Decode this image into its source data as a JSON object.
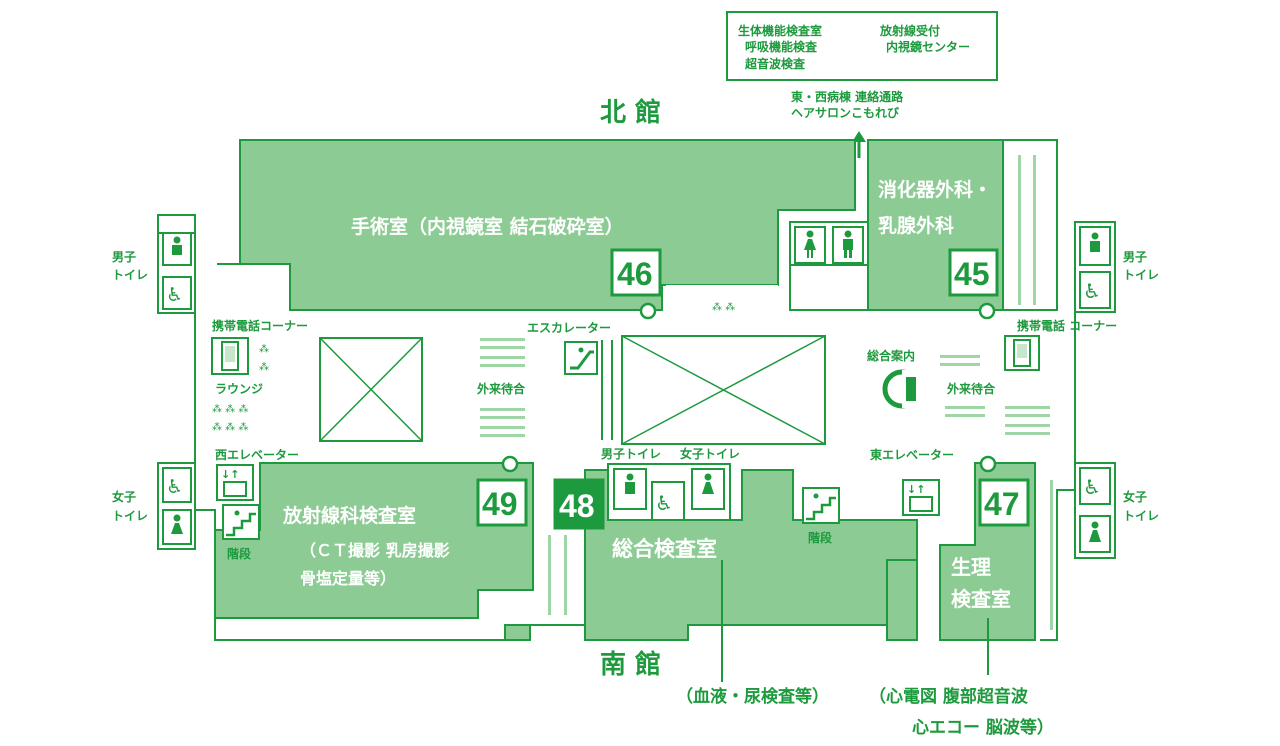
{
  "buildings": {
    "north": "北 館",
    "south": "南 館"
  },
  "top_box": {
    "col1": [
      "生体機能検査室",
      "呼吸機能検査",
      "超音波検査"
    ],
    "col2": [
      "放射線受付",
      "内視鏡センター"
    ]
  },
  "top_arrow": {
    "line1": "東・西病棟 連絡通路",
    "line2": "ヘアサロンこもれび"
  },
  "rooms": {
    "surgery": {
      "label": "手術室（内視鏡室 結石破砕室）",
      "number": "46"
    },
    "digestive": {
      "line1": "消化器外科・",
      "line2": "乳腺外科",
      "number": "45"
    },
    "radiology": {
      "line1": "放射線科検査室",
      "line2": "（ＣＴ撮影 乳房撮影",
      "line3": "骨塩定量等）",
      "number": "49"
    },
    "general_lab": {
      "label": "総合検査室",
      "number": "48"
    },
    "physiology": {
      "line1": "生理",
      "line2": "検査室",
      "number": "47"
    }
  },
  "labels": {
    "mens_toilet_left": {
      "line1": "男子",
      "line2": "トイレ"
    },
    "womens_toilet_left": {
      "line1": "女子",
      "line2": "トイレ"
    },
    "mens_toilet_right": {
      "line1": "男子",
      "line2": "トイレ"
    },
    "womens_toilet_right": {
      "line1": "女子",
      "line2": "トイレ"
    },
    "phone_corner_left": "携帯電話コーナー",
    "phone_corner_right": "携帯電話 コーナー",
    "lounge": "ラウンジ",
    "escalator": "エスカレーター",
    "waiting_left": "外来待合",
    "waiting_right": "外来待合",
    "info_desk": "総合案内",
    "west_elevator": "西エレベーター",
    "east_elevator": "東エレベーター",
    "stairs_left": "階段",
    "stairs_right": "階段",
    "center_mens": "男子トイレ",
    "center_womens": "女子トイレ"
  },
  "bottom_notes": {
    "blood": "（血液・尿検査等）",
    "ecg": "（心電図 腹部超音波",
    "echo": "心エコー 脳波等）"
  }
}
